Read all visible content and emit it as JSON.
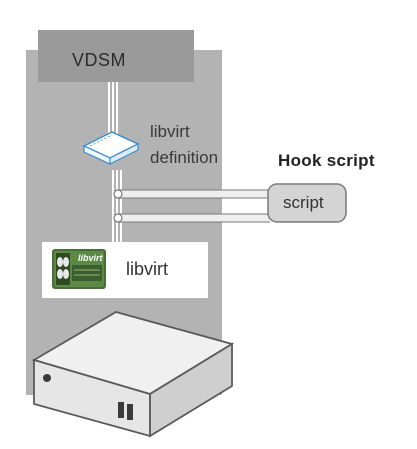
{
  "diagram": {
    "vdsm_label": "VDSM",
    "libvirt_definition": {
      "line1": "libvirt",
      "line2": "definition"
    },
    "hook_script_title": "Hook script",
    "script_label": "script",
    "libvirt_label": "libvirt",
    "libvirt_logo_text": "libvirt"
  },
  "colors": {
    "background_panel": "#b3b3b3",
    "vdsm_box": "#9a9a9a",
    "libvirt_box": "#ffffff",
    "script_box": "#d4d4d4",
    "server_top": "#f0f0f0",
    "connector": "#e8e8e8",
    "definition_icon": "#3a8fd0"
  },
  "icons": {
    "definition": "document-stack-icon",
    "libvirt_logo": "libvirt-logo-icon",
    "server": "server-box-icon"
  }
}
